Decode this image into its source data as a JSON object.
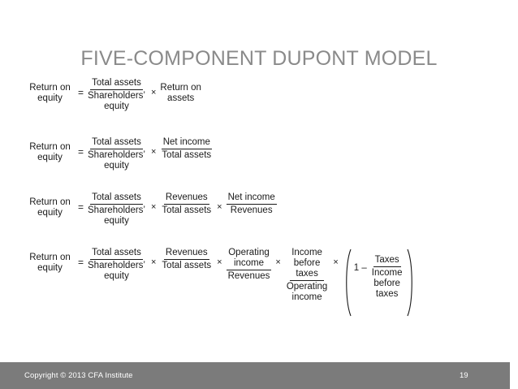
{
  "slide": {
    "title": "FIVE-COMPONENT DUPONT MODEL",
    "title_color": "#8a8a8a",
    "background_color": "#ffffff",
    "text_color": "#1a1a1a"
  },
  "symbols": {
    "equals": "=",
    "times": "×",
    "minus": "–",
    "one": "1"
  },
  "lhs": {
    "line1": "Return on",
    "line2": "equity"
  },
  "terms": {
    "total_assets": "Total assets",
    "shareholders": "Shareholders’",
    "equity": "equity",
    "return_on": "Return on",
    "assets": "assets",
    "net_income": "Net income",
    "revenues": "Revenues",
    "operating": "Operating",
    "income": "income",
    "income_word": "Income",
    "before": "before",
    "taxes": "taxes",
    "taxes_cap": "Taxes"
  },
  "equations": [
    {
      "id": "equation-1",
      "lhs": [
        "Return on",
        "equity"
      ],
      "factors": [
        {
          "type": "fraction",
          "numerator": [
            "Total assets"
          ],
          "denominator": [
            "Shareholders’",
            "equity"
          ]
        },
        {
          "type": "plain",
          "lines": [
            "Return on",
            "assets"
          ]
        }
      ]
    },
    {
      "id": "equation-2",
      "lhs": [
        "Return on",
        "equity"
      ],
      "factors": [
        {
          "type": "fraction",
          "numerator": [
            "Total assets"
          ],
          "denominator": [
            "Shareholders’",
            "equity"
          ]
        },
        {
          "type": "fraction",
          "numerator": [
            "Net income"
          ],
          "denominator": [
            "Total assets"
          ]
        }
      ]
    },
    {
      "id": "equation-3",
      "lhs": [
        "Return on",
        "equity"
      ],
      "factors": [
        {
          "type": "fraction",
          "numerator": [
            "Total assets"
          ],
          "denominator": [
            "Shareholders’",
            "equity"
          ]
        },
        {
          "type": "fraction",
          "numerator": [
            "Revenues"
          ],
          "denominator": [
            "Total assets"
          ]
        },
        {
          "type": "fraction",
          "numerator": [
            "Net income"
          ],
          "denominator": [
            "Revenues"
          ]
        }
      ]
    },
    {
      "id": "equation-4",
      "lhs": [
        "Return on",
        "equity"
      ],
      "factors": [
        {
          "type": "fraction",
          "numerator": [
            "Total assets"
          ],
          "denominator": [
            "Shareholders’",
            "equity"
          ]
        },
        {
          "type": "fraction",
          "numerator": [
            "Revenues"
          ],
          "denominator": [
            "Total assets"
          ]
        },
        {
          "type": "fraction",
          "numerator": [
            "Operating",
            "income"
          ],
          "denominator": [
            "Revenues"
          ]
        },
        {
          "type": "fraction",
          "numerator": [
            "Income",
            "before",
            "taxes"
          ],
          "denominator": [
            "Operating",
            "income"
          ]
        },
        {
          "type": "paren",
          "prefix": "1 –",
          "numerator": [
            "Taxes"
          ],
          "denominator": [
            "Income",
            "before",
            "taxes"
          ]
        }
      ]
    }
  ],
  "footer": {
    "copyright": "Copyright © 2013 CFA Institute",
    "page_number": "19",
    "bar_color": "#7b7b7b",
    "text_color": "#ffffff"
  }
}
